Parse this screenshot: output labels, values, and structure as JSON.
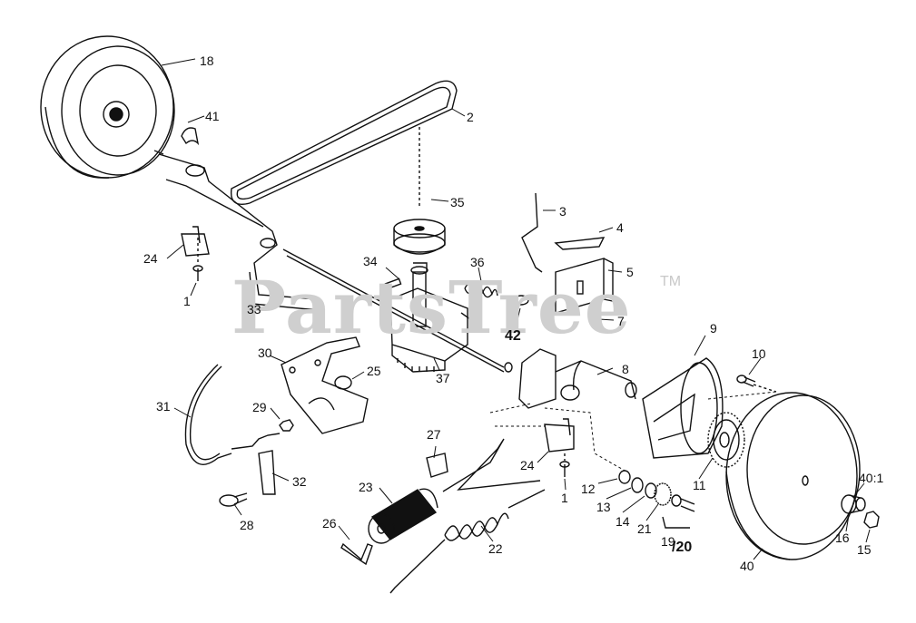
{
  "watermark": {
    "text": "PartsTree",
    "mark": "TM"
  },
  "callouts": {
    "c1a": "1",
    "c1b": "1",
    "c2": "2",
    "c3": "3",
    "c4": "4",
    "c5": "5",
    "c7": "7",
    "c8": "8",
    "c9": "9",
    "c10": "10",
    "c11": "11",
    "c12": "12",
    "c13": "13",
    "c14": "14",
    "c15": "15",
    "c16": "16",
    "c18": "18",
    "c19": "19",
    "c20": "/20",
    "c21": "21",
    "c22": "22",
    "c23": "23",
    "c24a": "24",
    "c24b": "24",
    "c25": "25",
    "c26": "26",
    "c27": "27",
    "c28": "28",
    "c29": "29",
    "c30": "30",
    "c31": "31",
    "c32": "32",
    "c33": "33",
    "c34": "34",
    "c35": "35",
    "c36": "36",
    "c37": "37",
    "c40": "40",
    "c401": "40:1",
    "c41": "41",
    "c42": "42"
  },
  "colors": {
    "line": "#111111",
    "watermark": "#cfcfcf",
    "background": "#ffffff"
  }
}
